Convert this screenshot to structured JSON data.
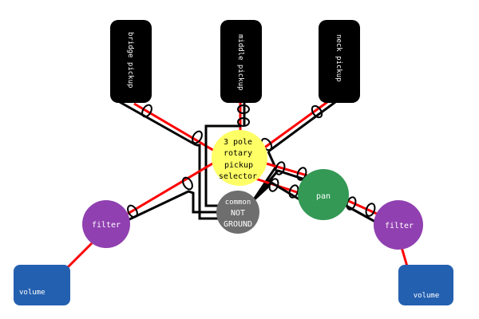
{
  "title": "3 pole rotary pickup selector wiring diagram",
  "colors": {
    "hot_wire": "#ff0000",
    "ground_wire": "#000000",
    "pickup": "#000000",
    "selector": "#ffff66",
    "common": "#6e6e6e",
    "pan": "#339955",
    "filter": "#9040b0",
    "volume": "#2460b0"
  },
  "pickups": [
    {
      "id": "bridge",
      "label": "bridge pickup"
    },
    {
      "id": "middle",
      "label": "middle pickup"
    },
    {
      "id": "neck",
      "label": "neck pickup"
    }
  ],
  "selector": {
    "lines": [
      "3 pole",
      "rotary",
      "pickup",
      "selector"
    ]
  },
  "common": {
    "lines": [
      "common",
      "NOT",
      "GROUND"
    ]
  },
  "pan": {
    "label": "pan"
  },
  "filters": [
    {
      "id": "left",
      "label": "filter"
    },
    {
      "id": "right",
      "label": "filter"
    }
  ],
  "volumes": [
    {
      "id": "left",
      "label": "volume"
    },
    {
      "id": "right",
      "label": "volume"
    }
  ]
}
